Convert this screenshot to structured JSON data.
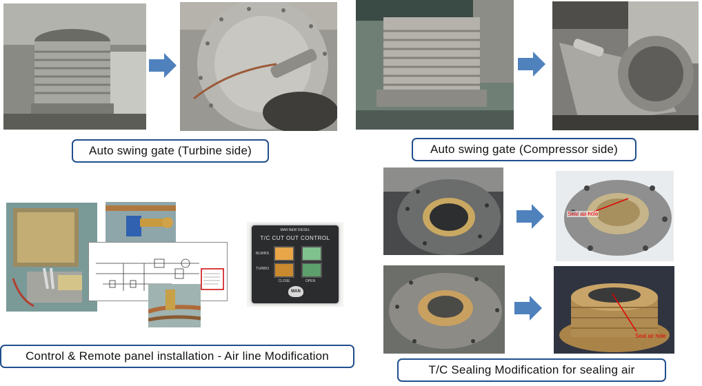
{
  "captions": {
    "turbine": "Auto swing gate (Turbine side)",
    "compressor": "Auto swing gate (Compressor side)",
    "control": "Control & Remote panel installation  - Air line Modification",
    "sealing": "T/C Sealing Modification for sealing air"
  },
  "panel": {
    "brand": "MAN B&W DIESEL",
    "title": "T/C CUT OUT CONTROL",
    "row1": "BLWRS",
    "row2": "TURBO",
    "col1": "CLOSE",
    "col2": "OPEN",
    "logo": "MAN"
  },
  "seal_labels": {
    "top": "Seal air hole",
    "bottom": "Seal air hole"
  },
  "colors": {
    "accent": "#1f4e8c",
    "arrow": "#4f81bd"
  }
}
